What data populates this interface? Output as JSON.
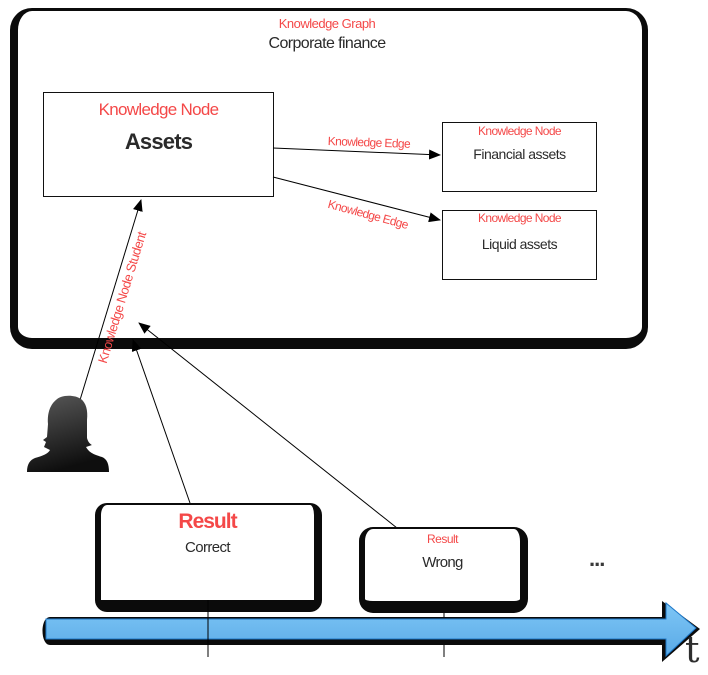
{
  "knowledge_graph": {
    "type_label": "Knowledge Graph",
    "title": "Corporate finance"
  },
  "nodes": [
    {
      "type_label": "Knowledge Node",
      "name": "Assets"
    },
    {
      "type_label": "Knowledge Node",
      "name": "Financial assets"
    },
    {
      "type_label": "Knowledge Node",
      "name": "Liquid assets"
    }
  ],
  "edges": [
    {
      "label": "Knowledge Edge",
      "from": "Assets",
      "to": "Financial assets"
    },
    {
      "label": "Knowledge Edge",
      "from": "Assets",
      "to": "Liquid assets"
    }
  ],
  "student": {
    "icon": "person-silhouette-icon",
    "edge_label": "Knowledge Node Student"
  },
  "results": [
    {
      "type_label": "Result",
      "value": "Correct"
    },
    {
      "type_label": "Result",
      "value": "Wrong"
    }
  ],
  "more_indicator": "...",
  "timeline": {
    "axis_label": "t"
  },
  "colors": {
    "label_red": "#f44848",
    "text_dark": "#2a2a2a",
    "timeline_blue": "#6bb8f0",
    "timeline_outline": "#1e78c8"
  }
}
